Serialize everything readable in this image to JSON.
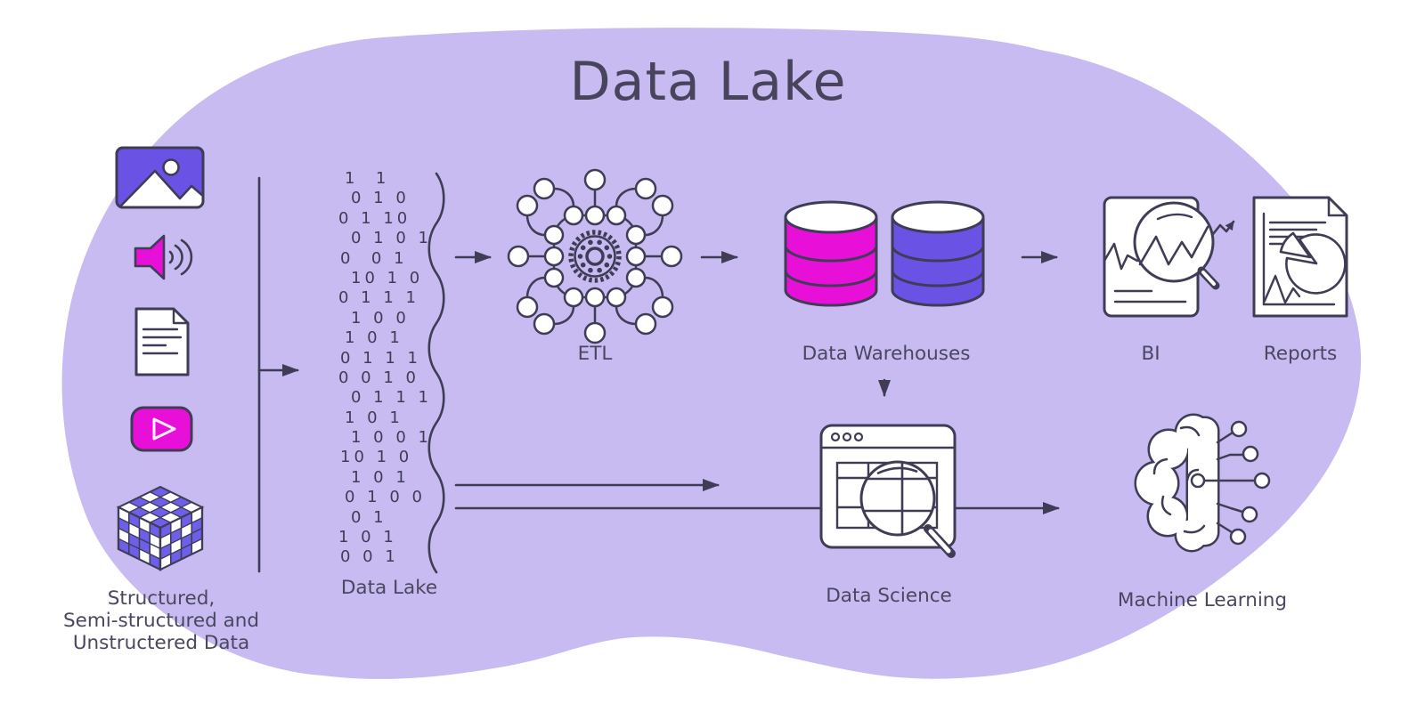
{
  "title": "Data Lake",
  "colors": {
    "background": "#ffffff",
    "blob": "#c7bbf1",
    "outline": "#3f3d56",
    "purple": "#6a52e5",
    "magenta": "#e80fd8",
    "text": "#4a4760"
  },
  "labels": {
    "sources": [
      "Structured,",
      "Semi-structured and",
      "Unstructered Data"
    ],
    "data_lake": "Data Lake",
    "etl": "ETL",
    "warehouses": "Data Warehouses",
    "bi": "BI",
    "reports": "Reports",
    "data_science": "Data Science",
    "machine_learning": "Machine Learning"
  },
  "binary": {
    "rows": [
      "1  1",
      "0 1 0",
      "0 1 10",
      "0 1 0 1",
      "0  0 1",
      "10 1 0",
      "0 1 1 1",
      "1 0 0",
      "1 0 1",
      "0 1 1 1",
      "0 0 1 0",
      "0 1 1 1",
      "1 0 1",
      "1 0 0 1",
      "10 1 0",
      "1 0 1",
      "0 1 0 0",
      "0 1",
      "1 0 1",
      "0 0 1"
    ]
  },
  "icons": [
    "image-icon",
    "audio-icon",
    "document-icon",
    "video-icon",
    "cube-icon",
    "binary-stream",
    "gear-network-icon",
    "database-icon",
    "chart-magnifier-icon",
    "report-pie-icon",
    "browser-table-search-icon",
    "brain-circuit-icon"
  ]
}
